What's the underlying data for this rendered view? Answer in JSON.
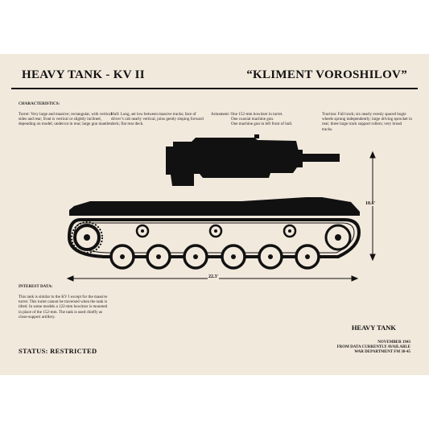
{
  "header": {
    "title_left": "HEAVY TANK - KV II",
    "title_right": "“KLIMENT VOROSHILOV”"
  },
  "characteristics": {
    "heading": "CHARACTERISTICS:",
    "turret_label": "Turret:",
    "turret_text": "Very large and massive; rectangular, with vertical sides and rear; front is vertical or slightly inclined, depending on model; undercut in rear; large gun mantlet.",
    "hull_label": "Hull:",
    "hull_text": "Long, set low between massive tracks; face of driver’s cab nearly vertical, joins gently sloping forward deck; flat rear deck.",
    "armament_label": "Armament:",
    "armament_lines": [
      "One 152-mm howitzer in turret.",
      "One coaxial machine gun.",
      "One machine gun in left front of hull."
    ],
    "traction_label": "Traction:",
    "traction_text": "Full track; six nearly evenly spaced bogie wheels sprung independently; large driving sprocket in rear; three large track support rollers; very broad tracks."
  },
  "interest": {
    "heading": "INTEREST DATA:",
    "text": "This tank is similar to the KV I except for the massive turret. This turret cannot be traversed when the tank is tilted. In some models a 122-mm howitzer is mounted in place of the 152-mm. The tank is used chiefly as close-support artillery."
  },
  "status": "STATUS: RESTRICTED",
  "classification": "HEAVY TANK",
  "source_lines": [
    "NOVEMBER 1943",
    "FROM DATA CURRENTLY AVAILABLE",
    "WAR DEPARTMENT FM 30-45"
  ],
  "dimensions": {
    "length": "22.3'",
    "height": "10.8'"
  },
  "colors": {
    "paper": "#f2e9dd",
    "ink": "#111111"
  }
}
